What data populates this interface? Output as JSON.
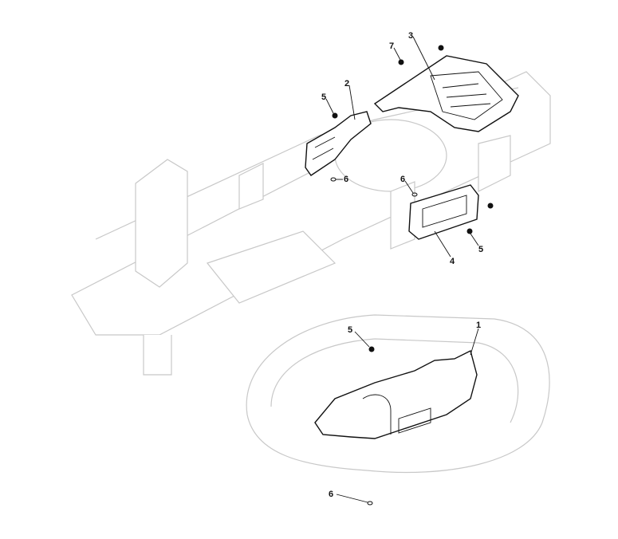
{
  "diagram": {
    "callouts": [
      {
        "id": "c7",
        "label": "7"
      },
      {
        "id": "c3",
        "label": "3"
      },
      {
        "id": "c2",
        "label": "2"
      },
      {
        "id": "c5a",
        "label": "5"
      },
      {
        "id": "c6a",
        "label": "6"
      },
      {
        "id": "c6b",
        "label": "6"
      },
      {
        "id": "c5b",
        "label": "5"
      },
      {
        "id": "c4",
        "label": "4"
      },
      {
        "id": "c5c",
        "label": "5"
      },
      {
        "id": "c1",
        "label": "1"
      },
      {
        "id": "c6c",
        "label": "6"
      }
    ]
  }
}
